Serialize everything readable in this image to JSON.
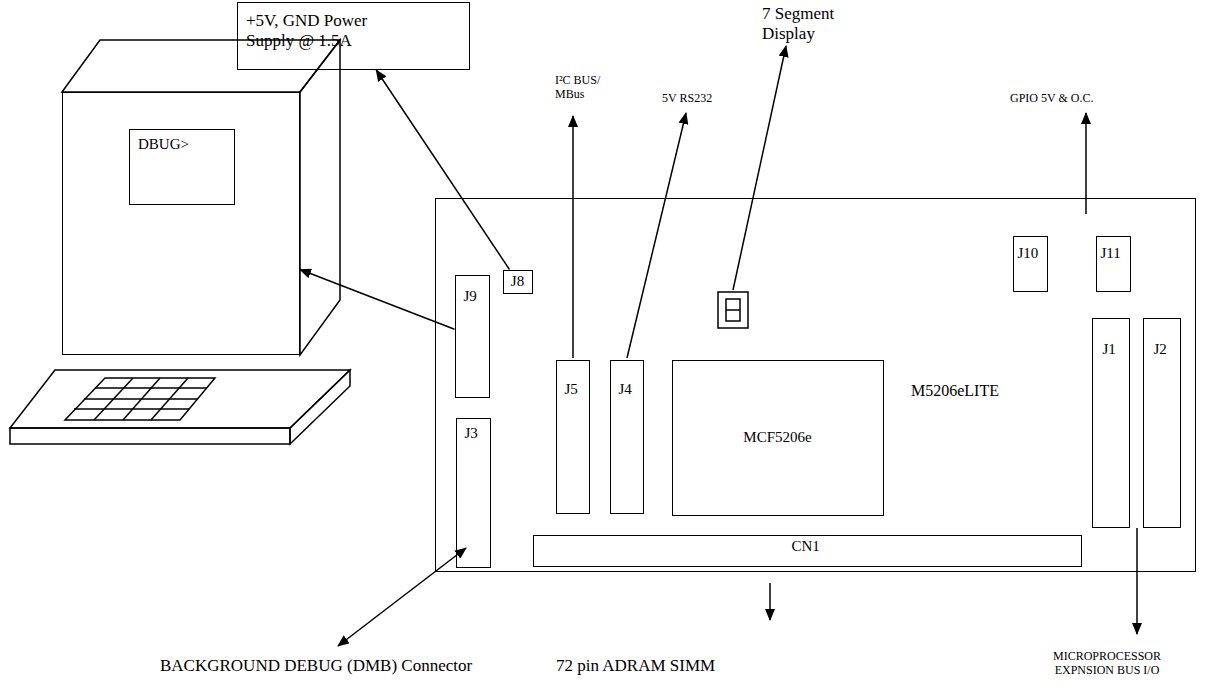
{
  "diagram": {
    "nodes": [
      {
        "text": [
          "+5V, GND Power Supply @ 1.5A"
        ]
      },
      {
        "text": [
          "DBUG>"
        ]
      },
      {
        "text": [
          "M5206eLITE"
        ]
      },
      {
        "text": [
          "J8"
        ],
        "in": 2
      },
      {
        "text": [
          "J9"
        ],
        "in": 2
      },
      {
        "text": [
          "J5"
        ],
        "in": 2
      },
      {
        "text": [
          "J4"
        ],
        "in": 2
      },
      {
        "text": [
          "J10"
        ],
        "in": 2
      },
      {
        "text": [
          "J11"
        ],
        "in": 2
      },
      {
        "text": [
          "J3"
        ],
        "in": 2
      },
      {
        "text": [
          "MCF5206e"
        ],
        "in": 2
      },
      {
        "text": [
          "J1"
        ],
        "in": 2
      },
      {
        "text": [
          "J2"
        ],
        "in": 2
      },
      {
        "text": [
          "CN1"
        ],
        "in": 2
      }
    ],
    "edges": [
      {
        "from": 3,
        "to": 0,
        "arrow": "to"
      },
      {
        "from": 4,
        "to": 1,
        "arrow": "to"
      }
    ],
    "labels": [
      "I²C BUS/ MBus",
      "5V RS232",
      "7 Segment Display",
      "GPIO 5V & O.C.",
      "BACKGROUND DEBUG (DMB) Connector",
      "72 pin ADRAM SIMM",
      "MICROPROCESSOR EXPNSION BUS I/O"
    ]
  }
}
